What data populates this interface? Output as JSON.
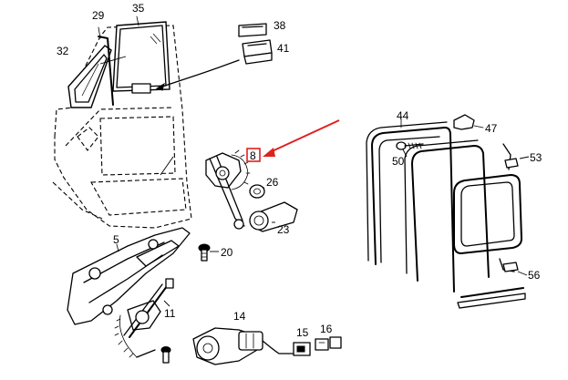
{
  "labels": {
    "l29": "29",
    "l35": "35",
    "l38": "38",
    "l41": "41",
    "l32": "32",
    "l8": "8",
    "l26": "26",
    "l23": "23",
    "l5": "5",
    "l20": "20",
    "l11": "11",
    "l14": "14",
    "l15": "15",
    "l16": "16",
    "l44": "44",
    "l47": "47",
    "l50": "50",
    "l53": "53",
    "l56": "56"
  },
  "colors": {
    "highlight": "#e02020",
    "line": "#000000"
  }
}
